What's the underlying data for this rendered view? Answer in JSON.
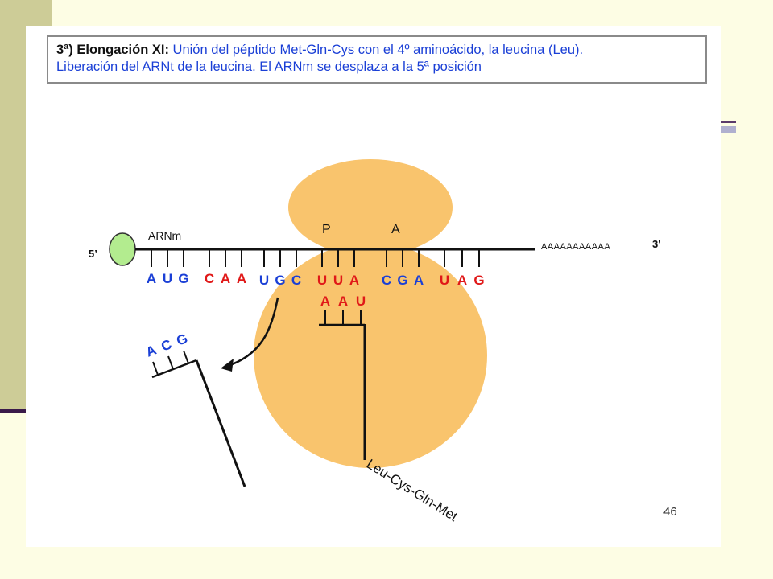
{
  "title": {
    "heading": "3ª) Elongación XI:",
    "line1": "Unión del péptido Met-Gln-Cys con el 4º aminoácido, la leucina (Leu).",
    "line2": "Liberación del ARNt de la leucina. El ARNm se desplaza a la 5ª posición"
  },
  "mrna": {
    "label": "ARNm",
    "five_prime": "5’",
    "three_prime": "3’",
    "poly_a": "AAAAAAAAAAA",
    "codons": [
      {
        "bases": [
          "A",
          "U",
          "G"
        ],
        "color": "#1a3fd6"
      },
      {
        "bases": [
          "C",
          "A",
          "A"
        ],
        "color": "#e01818"
      },
      {
        "bases": [
          "U",
          "G",
          "C"
        ],
        "color": "#1a3fd6"
      },
      {
        "bases": [
          "U",
          "U",
          "A"
        ],
        "color": "#e01818"
      },
      {
        "bases": [
          "C",
          "G",
          "A"
        ],
        "color": "#1a3fd6"
      },
      {
        "bases": [
          "U",
          "A",
          "G"
        ],
        "color": "#e01818"
      }
    ]
  },
  "ribosome": {
    "site_p": "P",
    "site_a": "A",
    "color": "#f9c46d"
  },
  "trna_bound": {
    "anticodon": [
      "A",
      "A",
      "U"
    ],
    "color": "#e01818",
    "peptide": "Leu-Cys-Gln-Met"
  },
  "trna_released": {
    "anticodon": [
      "A",
      "C",
      "G"
    ],
    "color": "#1a3fd6"
  },
  "page_number": "46"
}
